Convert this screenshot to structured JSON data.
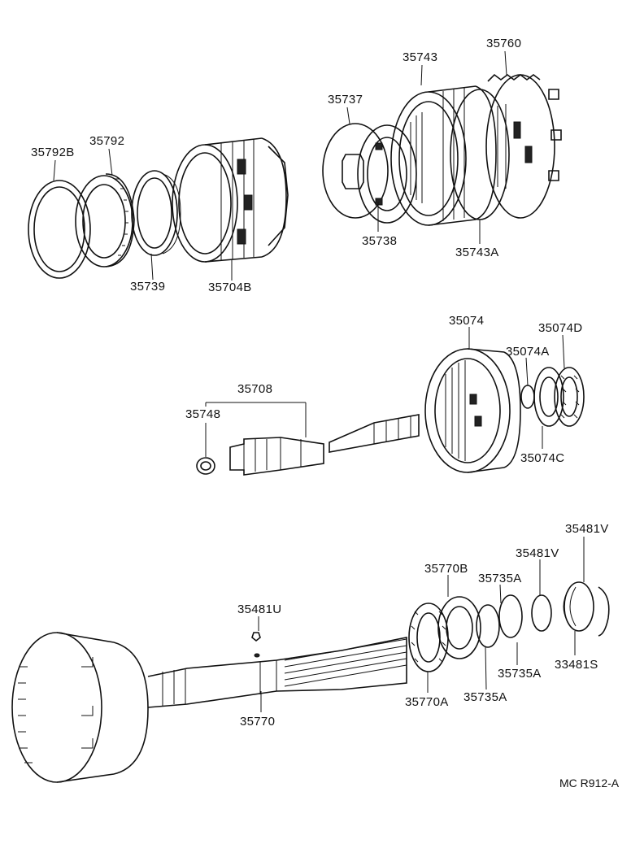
{
  "labels": {
    "p35792B": "35792B",
    "p35792": "35792",
    "p35739": "35739",
    "p35704B": "35704B",
    "p35737": "35737",
    "p35743": "35743",
    "p35760": "35760",
    "p35738": "35738",
    "p35743A": "35743A",
    "p35708": "35708",
    "p35748": "35748",
    "p35074": "35074",
    "p35074D": "35074D",
    "p35074A": "35074A",
    "p35074C": "35074C",
    "p35481V_top": "35481V",
    "p35481V_mid": "35481V",
    "p35770B": "35770B",
    "p35735A_top": "35735A",
    "p35481U": "35481U",
    "p35735A_right": "35735A",
    "p33481S": "33481S",
    "p35770": "35770",
    "p35770A": "35770A",
    "p35735A_bottom": "35735A"
  },
  "reference": "MC R912-A",
  "icons": {
    "bearing_race": "ring-icon",
    "shaft": "shaft-icon",
    "drum": "drum-icon",
    "snap_ring": "snap-ring-icon"
  }
}
